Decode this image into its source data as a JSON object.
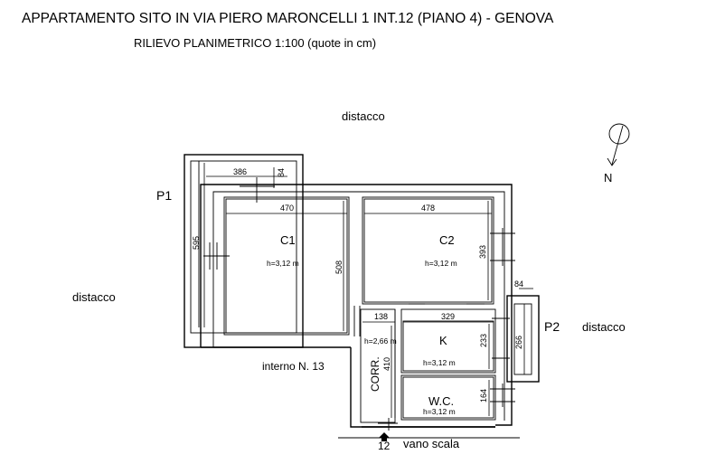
{
  "header": {
    "title": "APPARTAMENTO SITO IN VIA PIERO MARONCELLI 1 INT.12  (PIANO 4) - GENOVA",
    "subtitle": "RILIEVO PLANIMETRICO 1:100 (quote in cm)"
  },
  "labels": {
    "distacco_top": "distacco",
    "distacco_left": "distacco",
    "distacco_right": "distacco",
    "p1": "P1",
    "p2": "P2",
    "interno": "interno N. 13",
    "vano_scala": "vano scala",
    "stair_number": "12",
    "north": "N"
  },
  "rooms": {
    "c1": {
      "name": "C1",
      "height": "h=3,12 m"
    },
    "c2": {
      "name": "C2",
      "height": "h=3,12 m"
    },
    "k": {
      "name": "K",
      "height": "h=3,12 m"
    },
    "wc": {
      "name": "W.C.",
      "height": "h=3,12 m"
    },
    "corr": {
      "name": "CORR.",
      "height": "h=2,66 m"
    }
  },
  "dimensions": {
    "p1_width": "386",
    "p1_depth": "84",
    "p1_length": "595",
    "c1_width": "470",
    "c1_length": "508",
    "c2_width": "478",
    "c2_length": "393",
    "p2_depth": "84",
    "p2_length": "266",
    "corr_width": "138",
    "corr_length": "410",
    "k_width": "329",
    "k_length": "233",
    "wc_length": "164"
  }
}
